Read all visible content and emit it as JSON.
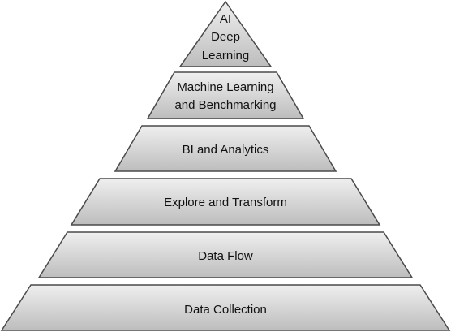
{
  "pyramid": {
    "tiers": [
      {
        "lines": [
          "AI",
          "Deep",
          "Learning"
        ]
      },
      {
        "lines": [
          "Machine Learning",
          "and Benchmarking"
        ]
      },
      {
        "lines": [
          "BI and Analytics"
        ]
      },
      {
        "lines": [
          "Explore and Transform"
        ]
      },
      {
        "lines": [
          "Data Flow"
        ]
      },
      {
        "lines": [
          "Data Collection"
        ]
      }
    ],
    "colors": {
      "fill_light": "#efefef",
      "fill_dark": "#bdbdbd",
      "stroke": "#4a4a4a",
      "text": "#111111"
    }
  }
}
